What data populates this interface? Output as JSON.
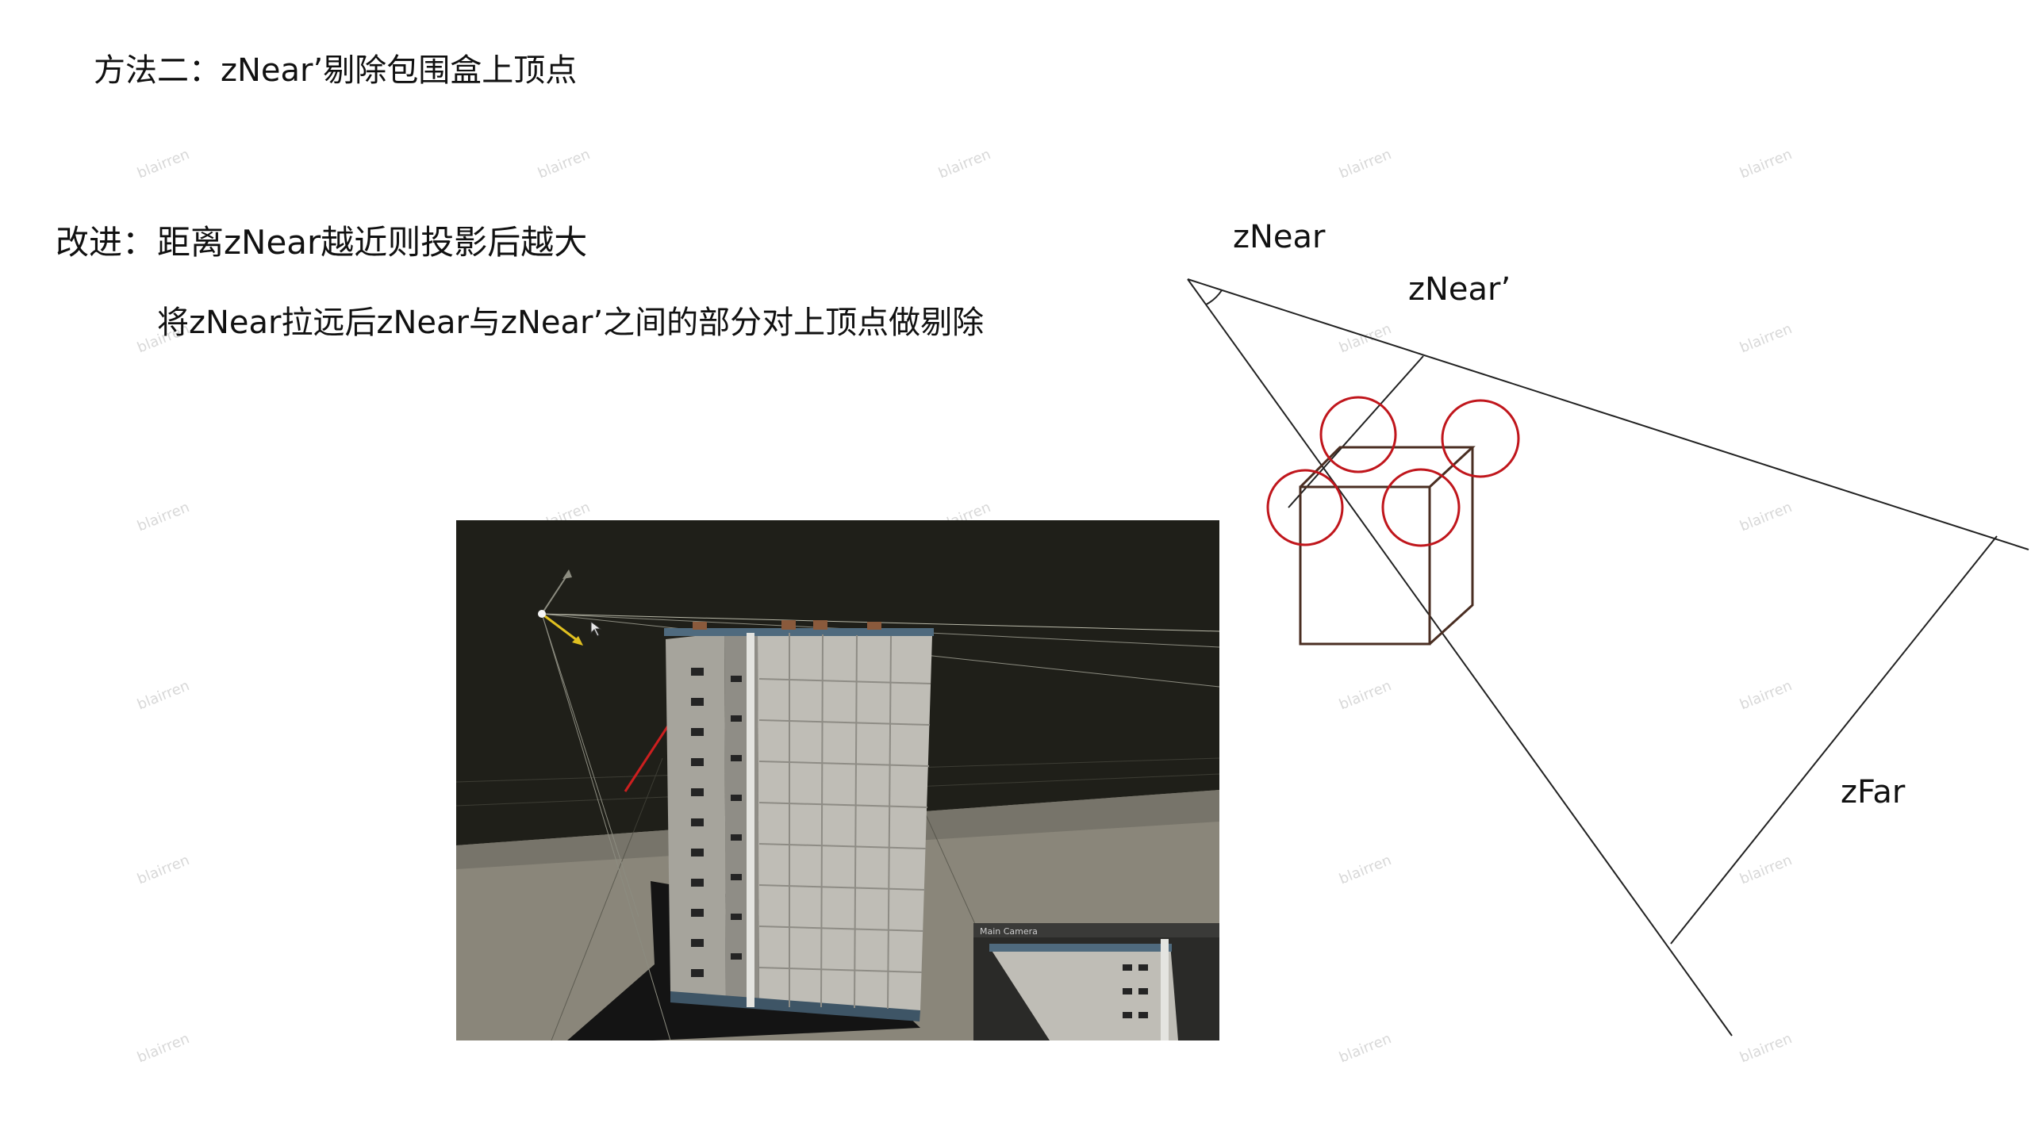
{
  "slide": {
    "title": "方法二：zNear’剔除包围盒上顶点",
    "improve_label": "改进：",
    "improve_line1": "距离zNear越近则投影后越大",
    "improve_line2": "将zNear拉远后zNear与zNear’之间的部分对上顶点做剔除",
    "watermark": "blairren"
  },
  "diagram": {
    "label_znear": "zNear",
    "label_znear_prime": "zNear’",
    "label_zfar": "zFar",
    "colors": {
      "frustum_line": "#222222",
      "box": "#4a2e22",
      "vertex_circle": "#c0161c"
    }
  },
  "screenshot": {
    "camera_preview_label": "Main Camera",
    "colors": {
      "sky": "#1f1f19",
      "ground": "#8a867a",
      "shadow": "#141414",
      "building_wall": "#bfbdb6",
      "gizmo_red": "#cc1f1f",
      "gizmo_yellow": "#e0c020"
    }
  }
}
